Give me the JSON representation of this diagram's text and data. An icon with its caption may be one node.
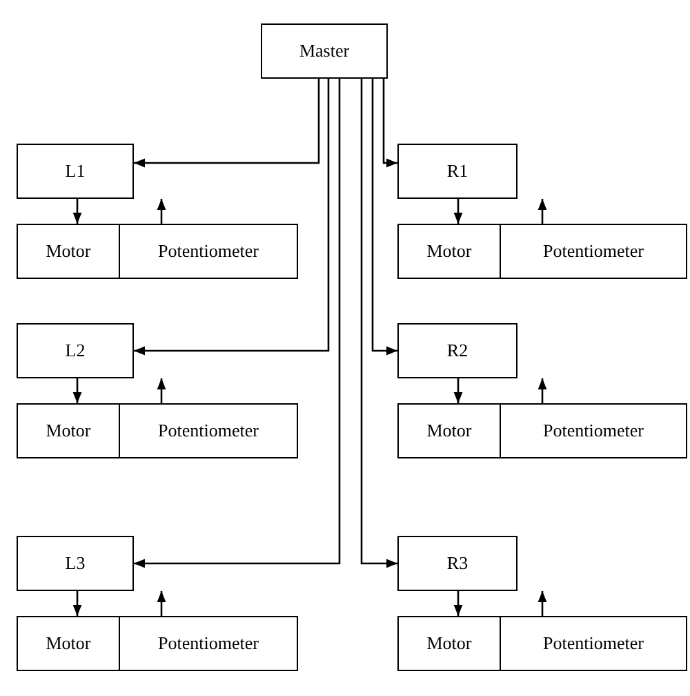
{
  "diagram": {
    "nodes": [
      {
        "text": [
          "Master"
        ]
      },
      {
        "text": [
          "L1"
        ]
      },
      {
        "text": [
          "R1"
        ]
      },
      {
        "text": [
          "Motor"
        ]
      },
      {
        "text": [
          "Potentiometer"
        ]
      },
      {
        "text": [
          "Motor"
        ]
      },
      {
        "text": [
          "Potentiometer"
        ]
      },
      {
        "text": [
          "L2"
        ]
      },
      {
        "text": [
          "R2"
        ]
      },
      {
        "text": [
          "Motor"
        ]
      },
      {
        "text": [
          "Potentiometer"
        ]
      },
      {
        "text": [
          "Motor"
        ]
      },
      {
        "text": [
          "Potentiometer"
        ]
      },
      {
        "text": [
          "L3"
        ]
      },
      {
        "text": [
          "R3"
        ]
      },
      {
        "text": [
          "Motor"
        ]
      },
      {
        "text": [
          "Potentiometer"
        ]
      },
      {
        "text": [
          "Motor"
        ]
      },
      {
        "text": [
          "Potentiometer"
        ]
      }
    ],
    "edges": [
      {
        "from": 0,
        "to": 1,
        "arrow": "to"
      },
      {
        "from": 0,
        "to": 7,
        "arrow": "to"
      },
      {
        "from": 0,
        "to": 13,
        "arrow": "to"
      },
      {
        "from": 0,
        "to": 2,
        "arrow": "to"
      },
      {
        "from": 0,
        "to": 8,
        "arrow": "to"
      },
      {
        "from": 0,
        "to": 14,
        "arrow": "to"
      },
      {
        "from": 1,
        "to": 3,
        "arrow": "to"
      },
      {
        "from": 4,
        "to": 1,
        "arrow": "to"
      },
      {
        "from": 2,
        "to": 5,
        "arrow": "to"
      },
      {
        "from": 6,
        "to": 2,
        "arrow": "to"
      },
      {
        "from": 7,
        "to": 9,
        "arrow": "to"
      },
      {
        "from": 10,
        "to": 7,
        "arrow": "to"
      },
      {
        "from": 8,
        "to": 11,
        "arrow": "to"
      },
      {
        "from": 12,
        "to": 8,
        "arrow": "to"
      },
      {
        "from": 13,
        "to": 15,
        "arrow": "to"
      },
      {
        "from": 16,
        "to": 13,
        "arrow": "to"
      },
      {
        "from": 14,
        "to": 17,
        "arrow": "to"
      },
      {
        "from": 18,
        "to": 14,
        "arrow": "to"
      }
    ]
  }
}
